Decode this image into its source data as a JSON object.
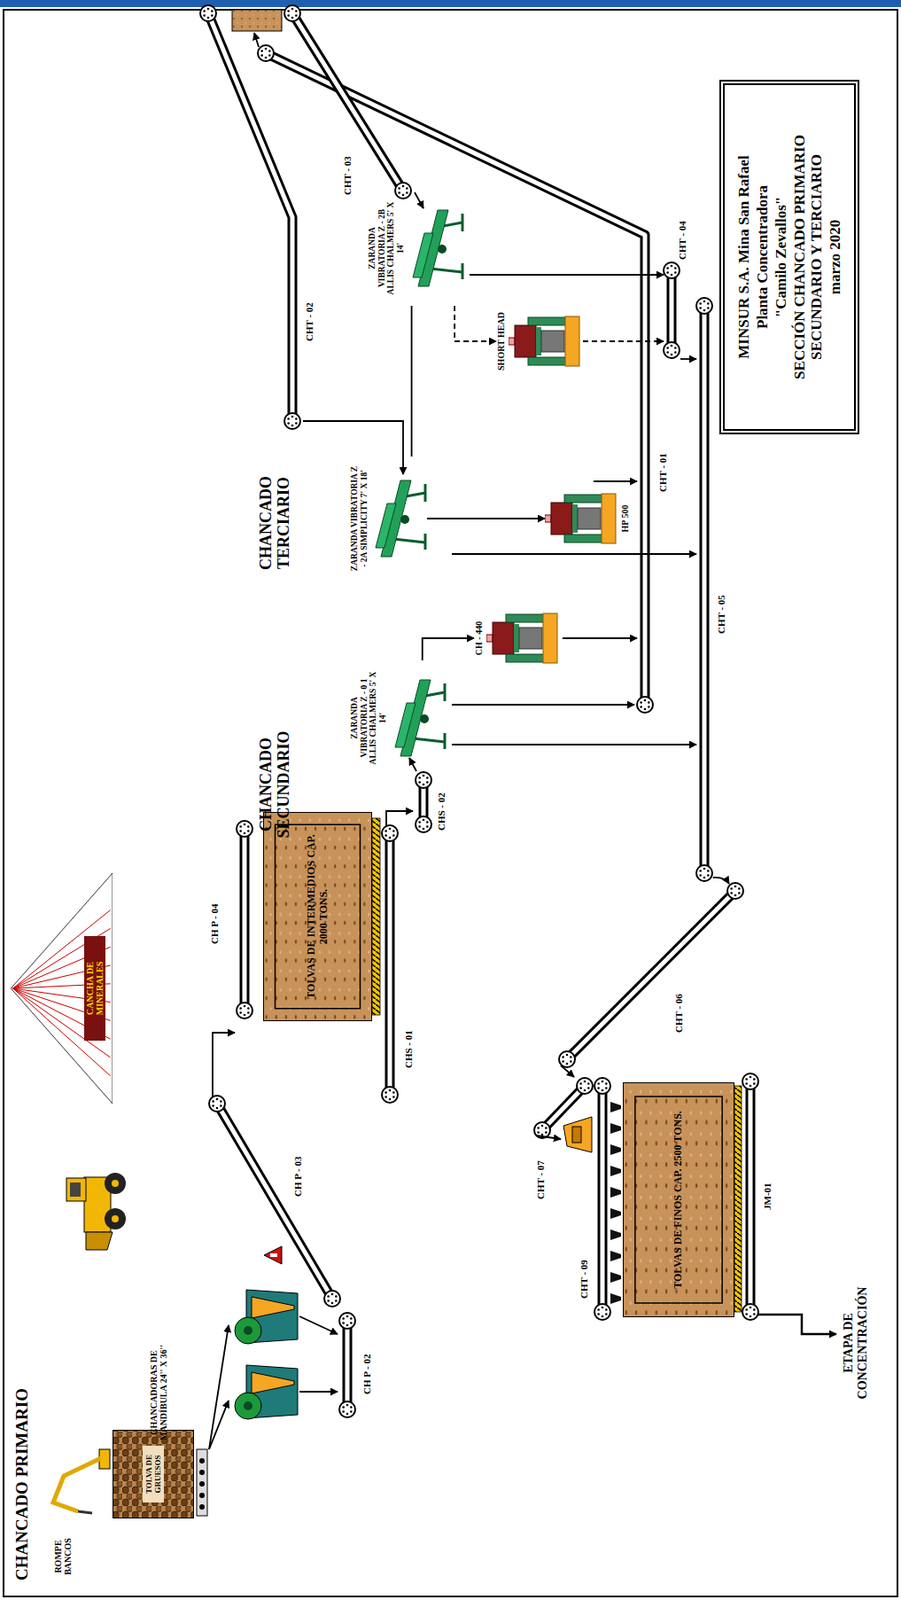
{
  "diagram": {
    "nodes": [
      {
        "text": [
          "TOLVA DE GRUESOS"
        ]
      },
      {
        "text": [
          "CANCHA DE MINERALES"
        ]
      },
      {
        "text": [
          "TOLVAS DE INTERMEDIOS CAP. 2000 TONS."
        ]
      },
      {
        "text": [
          "ZARANDA VIBRATORIA Z - 0 1 ALLIS CHALMERS 5' X 14'"
        ]
      },
      {
        "text": [
          "CH - 440"
        ]
      },
      {
        "text": [
          "ZARANDA VIBRATORIA Z - 2A SIMPLICITY 7' X 18'"
        ]
      },
      {
        "text": [
          "HP 500"
        ]
      },
      {
        "text": [
          "SHORT HEAD"
        ]
      },
      {
        "text": [
          "ZARANDA VIBRATORIA Z - 2B ALLIS CHALMERS 5' X 14'"
        ]
      },
      {
        "text": [
          "TOLVAS DE FINOS CAP. 2500 TONS."
        ]
      },
      {
        "text": [
          "MINSUR S.A. Mina San Rafael",
          "Planta Concentradora",
          "\"Camilo Zevallos\"",
          "SECCIÓN CHANCADO PRIMARIO SECUNDARIO Y TERCIARIO",
          "marzo 2020"
        ]
      }
    ],
    "edges": [
      {
        "from": 3,
        "to": 4,
        "arrow": "to"
      },
      {
        "from": 5,
        "to": 6,
        "arrow": "to"
      },
      {
        "from": 5,
        "to": 8,
        "arrow": "none"
      },
      {
        "from": 8,
        "to": 7,
        "arrow": "to"
      }
    ],
    "labels": [
      "CHANCADO PRIMARIO",
      "ROMPE BANCOS",
      "CHANCADORAS DE MANDÍBULA 24'' X 36''",
      "CH P - 02",
      "CH P - 03",
      "CH P - 04",
      "CHS - 01",
      "CHS - 02",
      "CHANCADO SECUNDARIO",
      "CHANCADO TERCIARIO",
      "CHT - 01",
      "CHT - 02",
      "CHT - 03",
      "CHT - 04",
      "CHT - 05",
      "CHT - 06",
      "CHT - 07",
      "CHT - 09",
      "JM-01",
      "ETAPA DE CONCENTRACIÓN"
    ]
  }
}
